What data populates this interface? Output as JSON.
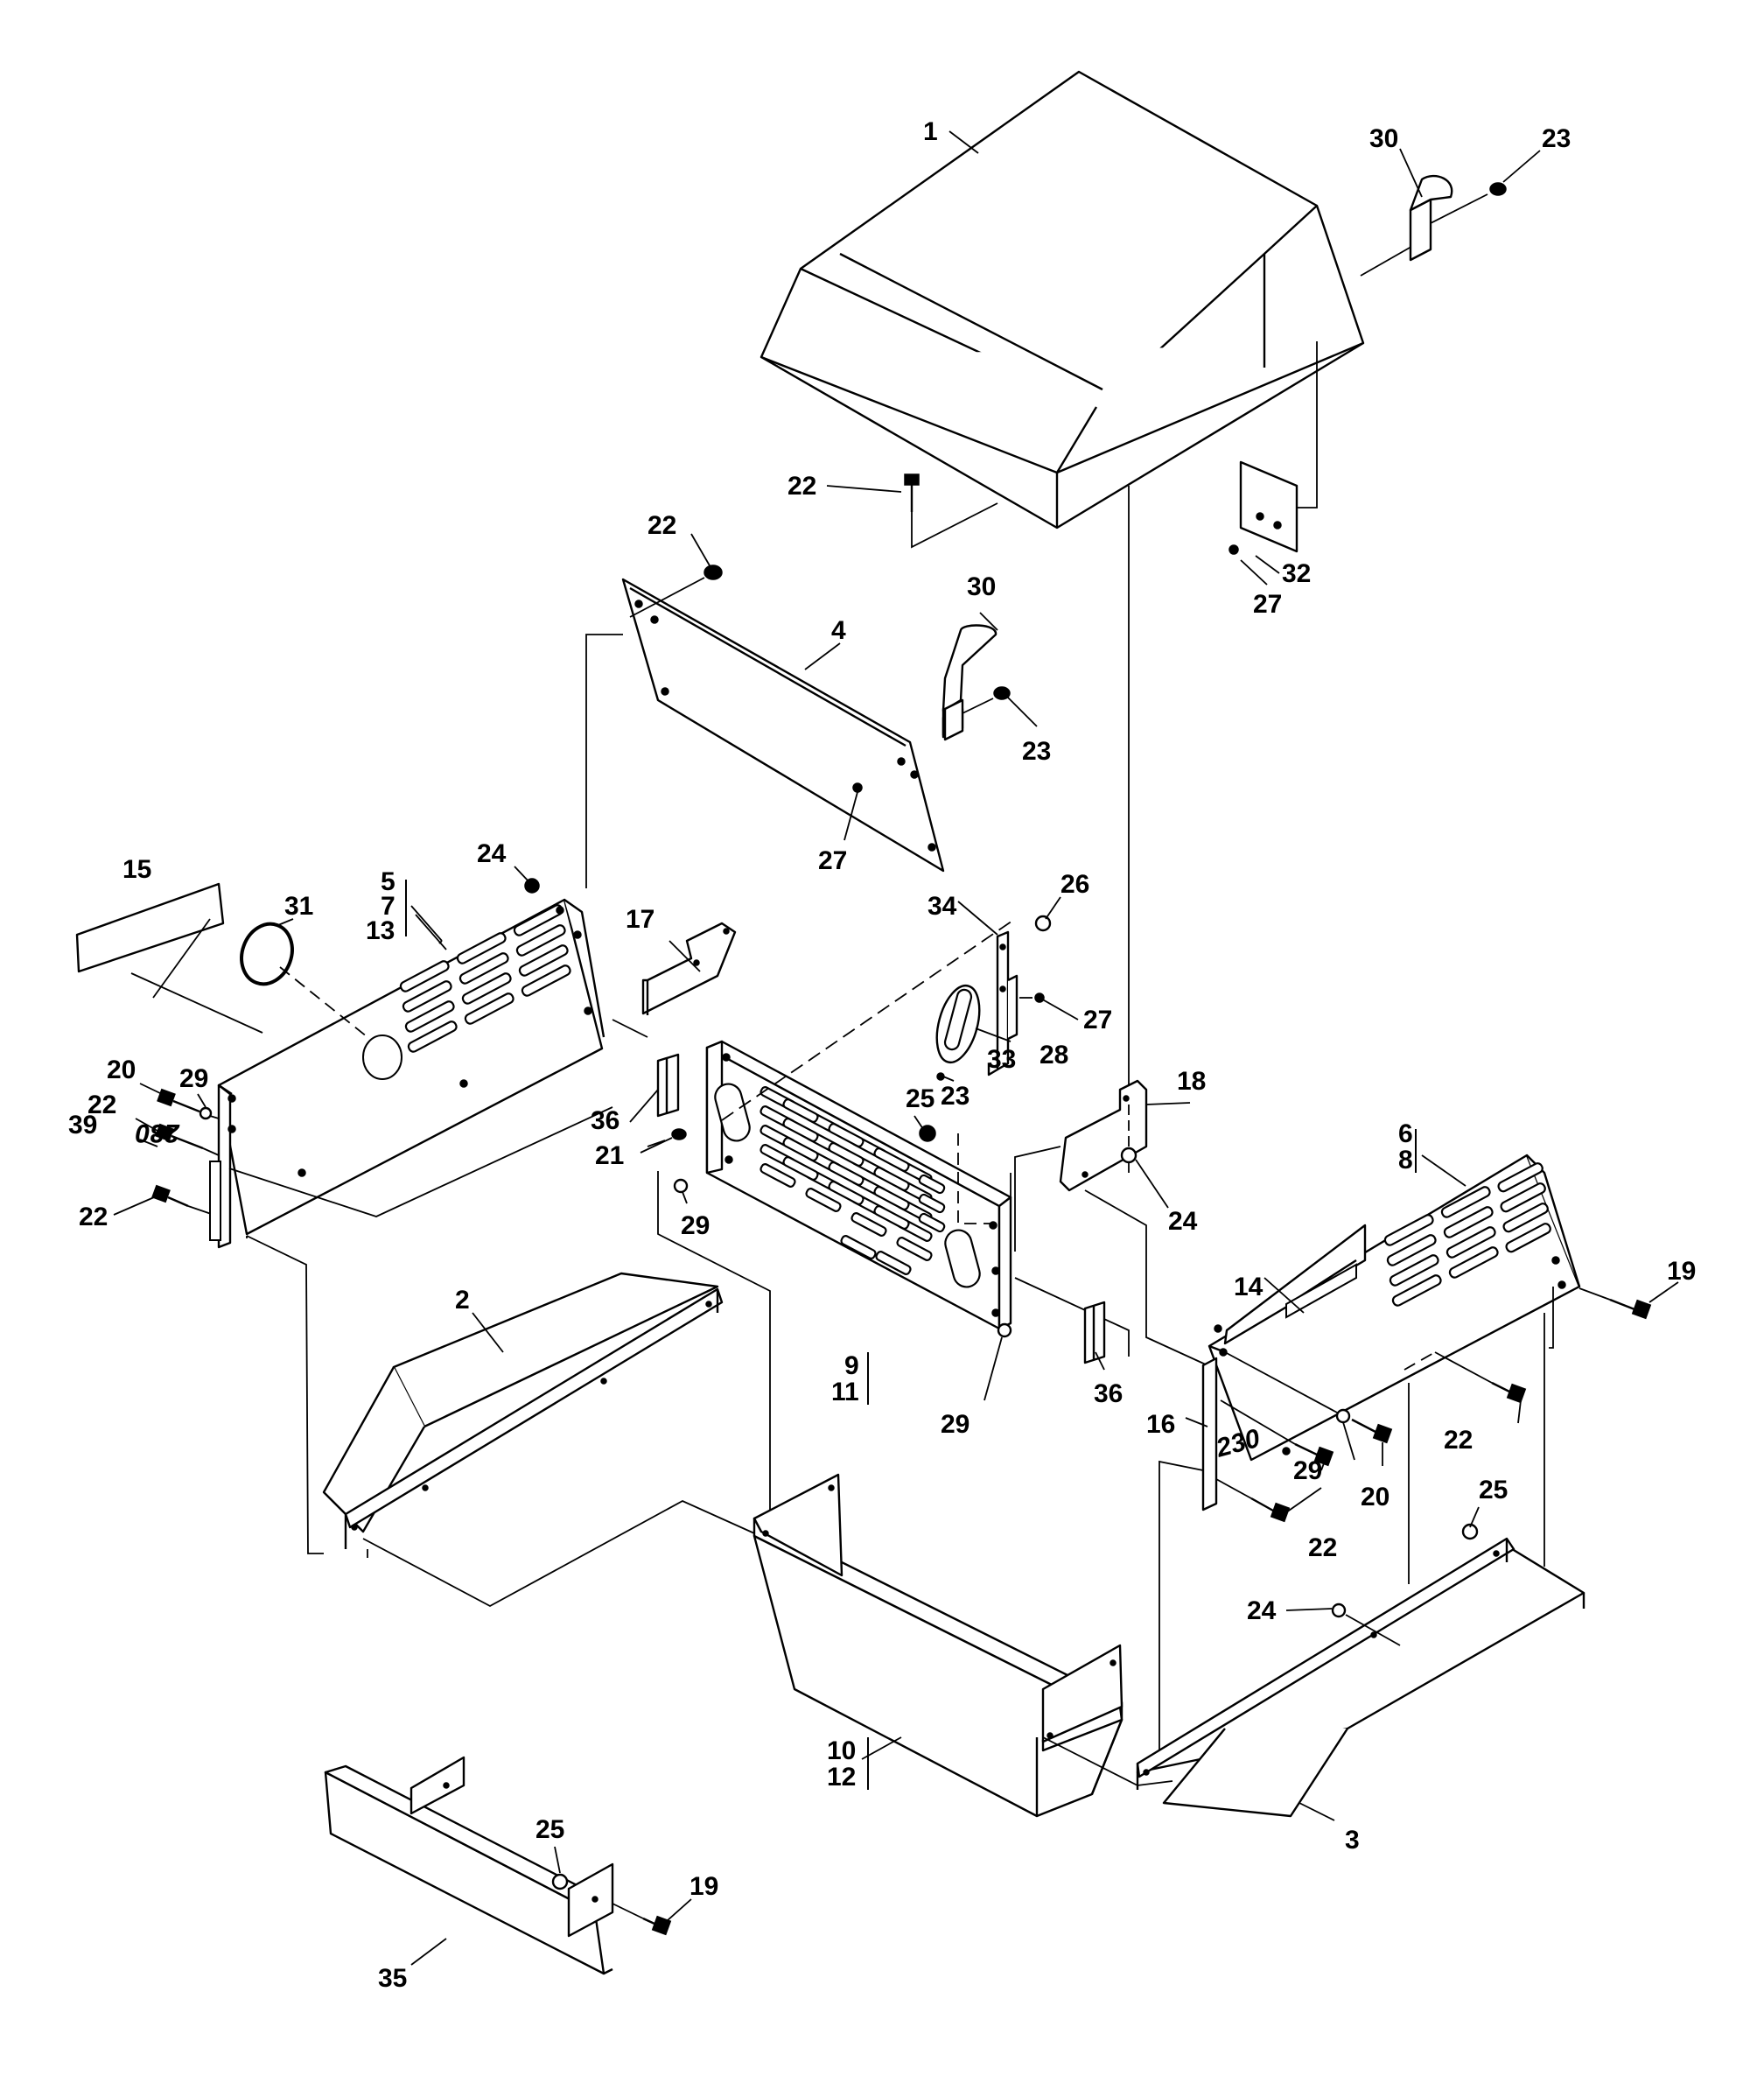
{
  "diagram": {
    "callouts": {
      "c1": "1",
      "c2": "2",
      "c3": "3",
      "c4": "4",
      "c5": "5",
      "c6": "6",
      "c7": "7",
      "c8": "8",
      "c9": "9",
      "c10": "10",
      "c11": "11",
      "c12": "12",
      "c13": "13",
      "c14": "14",
      "c15": "15",
      "c16": "16",
      "c17": "17",
      "c18": "18",
      "c19a": "19",
      "c19b": "19",
      "c20a": "20",
      "c20b": "20",
      "c21": "21",
      "c22a": "22",
      "c22b": "22",
      "c22c": "22",
      "c22d": "22",
      "c22e": "22",
      "c22f": "22",
      "c22g": "22",
      "c23a": "23",
      "c23b": "23",
      "c23c": "23",
      "c24a": "24",
      "c24b": "24",
      "c24c": "24",
      "c25a": "25",
      "c25b": "25",
      "c25c": "25",
      "c26": "26",
      "c27a": "27",
      "c27b": "27",
      "c27c": "27",
      "c28": "28",
      "c29a": "29",
      "c29b": "29",
      "c29c": "29",
      "c29d": "29",
      "c30a": "30",
      "c30b": "30",
      "c31": "31",
      "c32": "32",
      "c33": "33",
      "c34": "34",
      "c35": "35",
      "c36a": "36",
      "c36b": "36",
      "c39": "39"
    },
    "decals": {
      "model_left": "230",
      "model_right": "230"
    }
  }
}
